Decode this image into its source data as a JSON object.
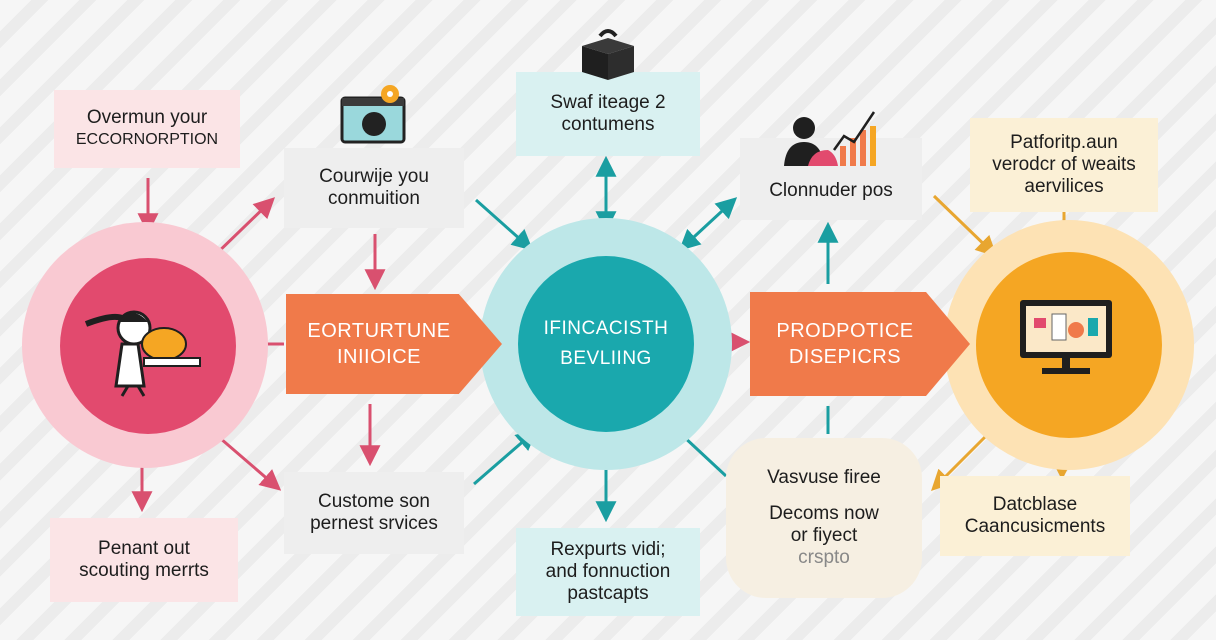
{
  "nodes": {
    "top_left": {
      "lines": [
        "Overmun your",
        "ECCORNORPTION"
      ]
    },
    "left_upper": {
      "lines": [
        "Courwije you",
        "conmuition"
      ]
    },
    "left_lower": {
      "lines": [
        "Custome son",
        "pernest srvices"
      ]
    },
    "bottom_left": {
      "lines": [
        "Penant out",
        "scouting merrts"
      ]
    },
    "top_center": {
      "lines": [
        "Swaf iteage 2",
        "contumens"
      ]
    },
    "bottom_center": {
      "lines": [
        "Rexpurts vidi;",
        "and fonnuction",
        "pastcapts"
      ]
    },
    "right_upper": {
      "lines": [
        "Clonnuder pos"
      ]
    },
    "right_lower": {
      "lines": [
        "Vasvuse firee",
        "Decoms now",
        "or fiyect",
        "crspto"
      ]
    },
    "far_right_top": {
      "lines": [
        "Patforitp.aun",
        "verodcr of weaits",
        "aervilices"
      ]
    },
    "far_right_bottom": {
      "lines": [
        "Datcblase",
        "Caancusicments"
      ]
    }
  },
  "chevrons": {
    "left": {
      "lines": [
        "EORTURTUNE",
        "INIIOICE"
      ]
    },
    "right": {
      "lines": [
        "PRODPOTICE",
        "DISEPICRS"
      ]
    }
  },
  "hub": {
    "lines": [
      "IFINCACISTH",
      "BEVLIING"
    ]
  },
  "colors": {
    "pink": "#e24a6e",
    "teal": "#1aa8ad",
    "orange": "#f07a4a",
    "amber": "#f5a623",
    "arrow_pink": "#d9506f",
    "arrow_teal": "#1a9ea1",
    "arrow_amber": "#e8a630"
  }
}
